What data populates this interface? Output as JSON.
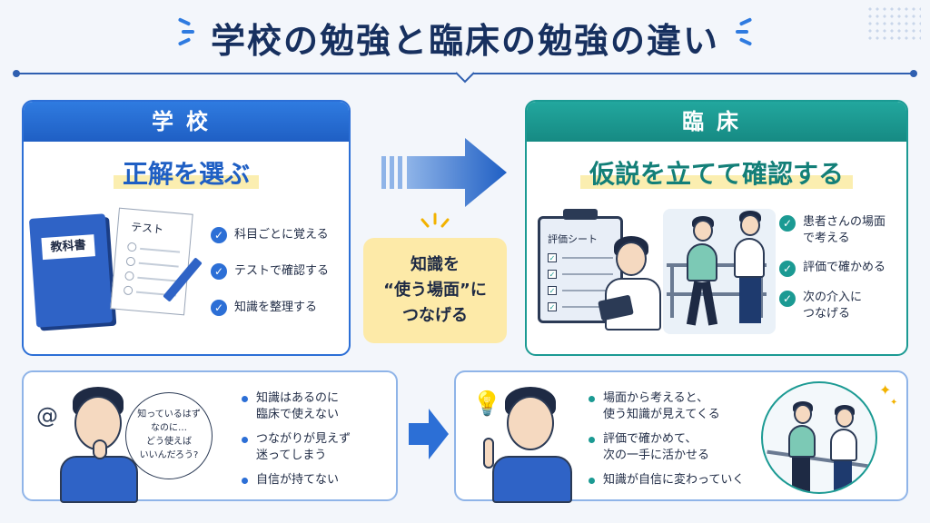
{
  "title": "学校の勉強と臨床の勉強の違い",
  "school": {
    "header": "学校",
    "headline": "正解を選ぶ",
    "book_label": "教科書",
    "test_label": "テスト",
    "points": [
      "科目ごとに覚える",
      "テストで確認する",
      "知識を整理する"
    ]
  },
  "clinic": {
    "header": "臨床",
    "headline": "仮説を立てて確認する",
    "sheet_label": "評価シート",
    "points": [
      "患者さんの場面\nで考える",
      "評価で確かめる",
      "次の介入に\nつなげる"
    ]
  },
  "bridge": {
    "line1": "知識を",
    "line2": "“使う場面”に",
    "line3": "つなげる"
  },
  "before": {
    "bubble": [
      "知っているはず",
      "なのに…",
      "どう使えば",
      "いいんだろう?"
    ],
    "points": [
      "知識はあるのに\n臨床で使えない",
      "つながりが見えず\n迷ってしまう",
      "自信が持てない"
    ]
  },
  "after": {
    "points": [
      "場面から考えると、\n使う知識が見えてくる",
      "評価で確かめて、\n次の一手に活かせる",
      "知識が自信に変わっていく"
    ]
  },
  "colors": {
    "blue": "#2c6fd6",
    "teal": "#1b9a93",
    "navy": "#17305f",
    "yellow": "#fdeaa8"
  }
}
